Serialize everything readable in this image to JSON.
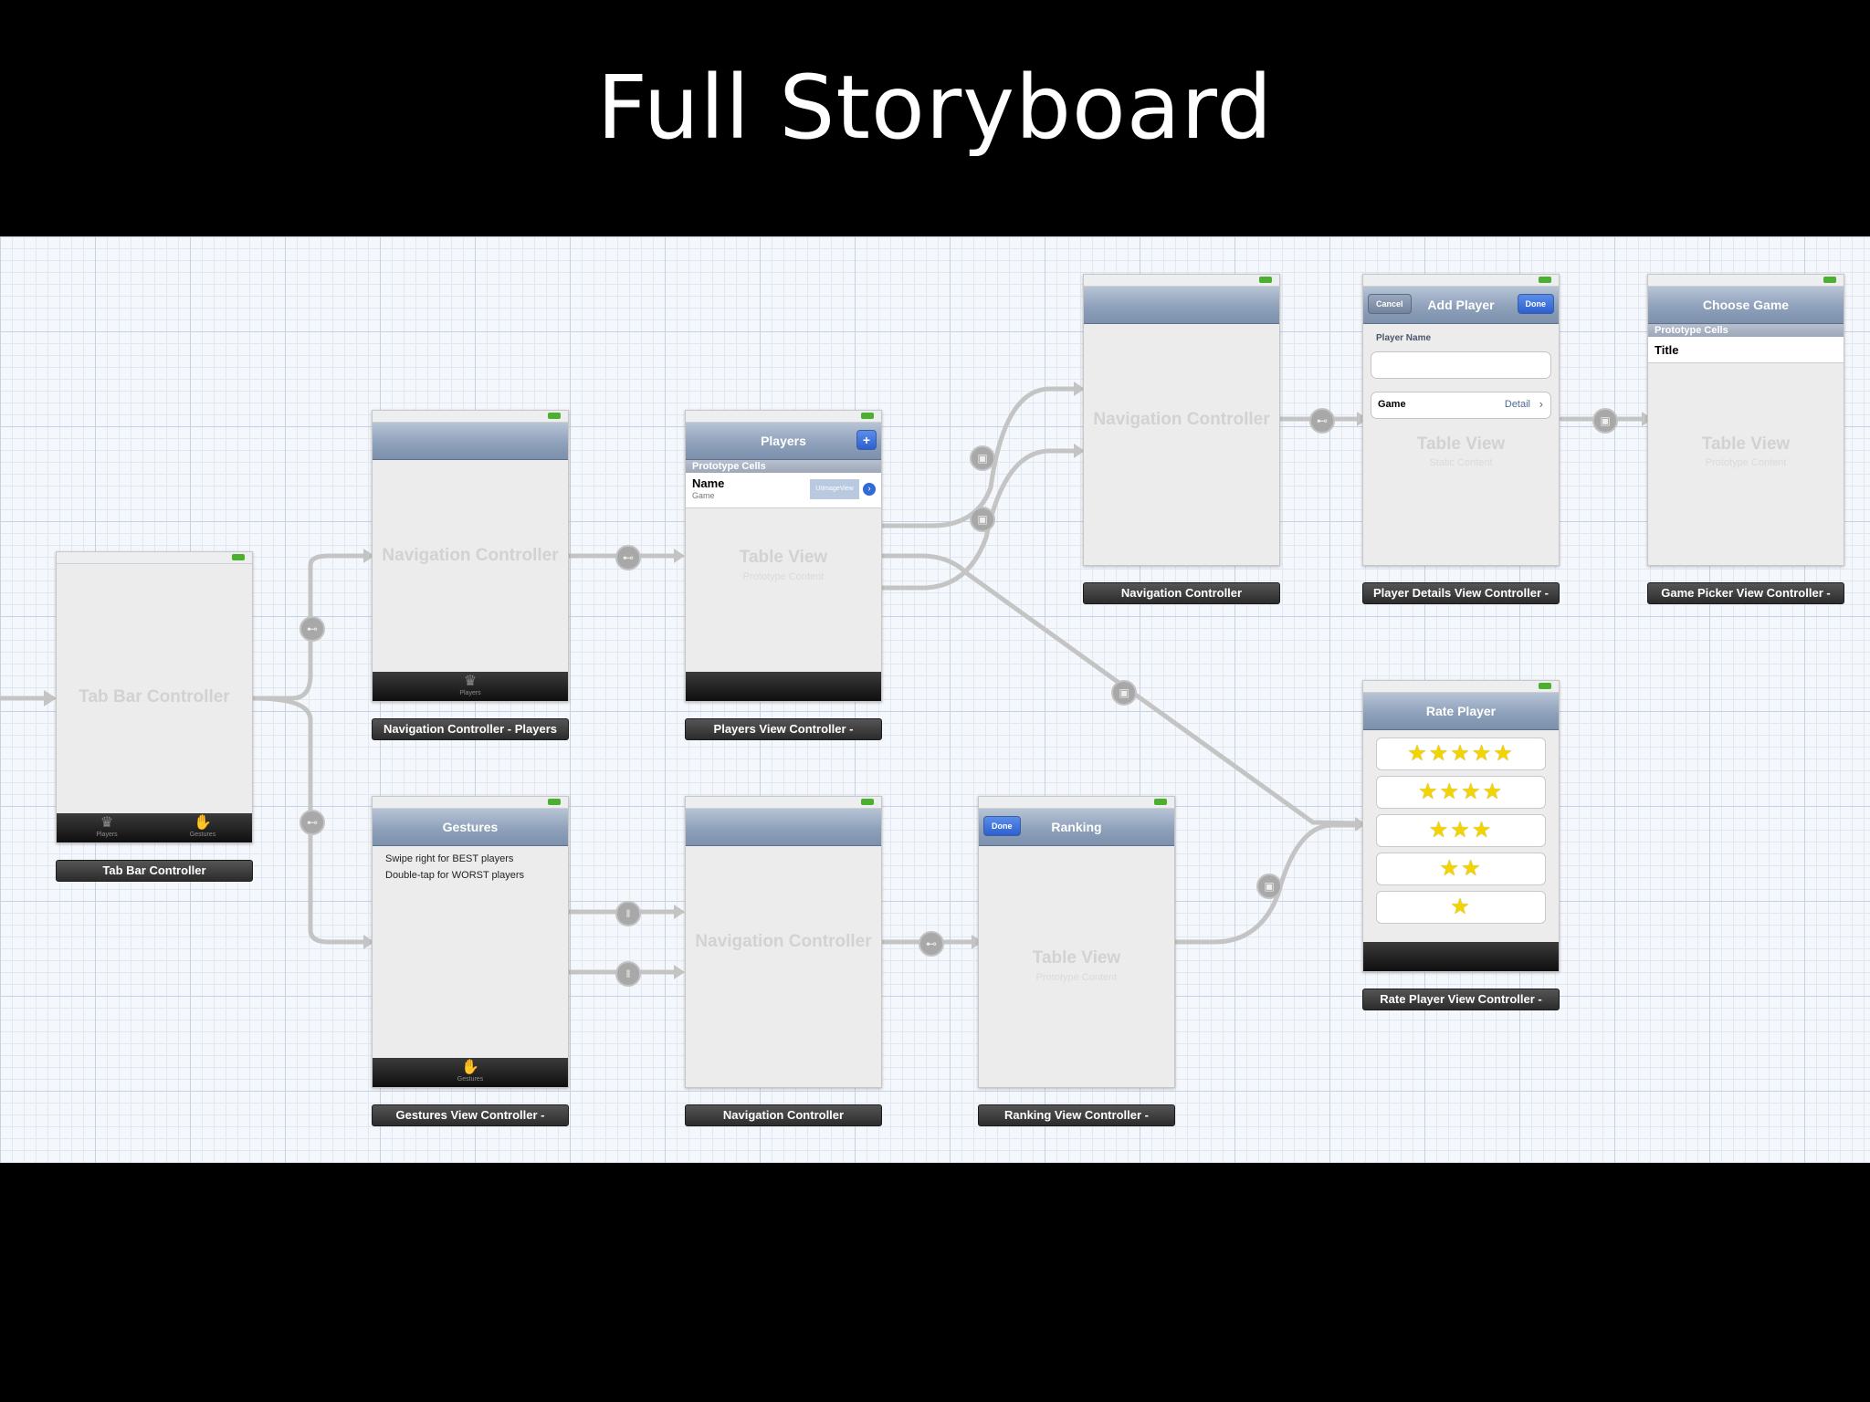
{
  "title": "Full Storyboard",
  "scenes": {
    "tab_bar": {
      "watermark": "Tab Bar Controller",
      "tab1": "Players",
      "tab2": "Gestures",
      "label": "Tab Bar Controller"
    },
    "nav_players": {
      "watermark": "Navigation Controller",
      "tab": "Players",
      "label": "Navigation Controller - Players"
    },
    "players": {
      "nav_title": "Players",
      "add_button": "+",
      "section": "Prototype Cells",
      "cell_title": "Name",
      "cell_subtitle": "Game",
      "cell_image": "UIImageView",
      "watermark": "Table View",
      "watermark_sub": "Prototype Content",
      "label": "Players View Controller -"
    },
    "nav_top": {
      "watermark": "Navigation Controller",
      "label": "Navigation Controller"
    },
    "player_details": {
      "cancel": "Cancel",
      "nav_title": "Add Player",
      "done": "Done",
      "field_label": "Player Name",
      "game_label": "Game",
      "game_detail": "Detail",
      "watermark": "Table View",
      "watermark_sub": "Static Content",
      "label": "Player Details View Controller -"
    },
    "game_picker": {
      "nav_title": "Choose Game",
      "section": "Prototype Cells",
      "cell_title": "Title",
      "watermark": "Table View",
      "watermark_sub": "Prototype Content",
      "label": "Game Picker View Controller -"
    },
    "gestures": {
      "nav_title": "Gestures",
      "line1": "Swipe right for BEST players",
      "line2": "Double-tap for WORST players",
      "tab": "Gestures",
      "label": "Gestures View Controller -"
    },
    "nav_bottom": {
      "watermark": "Navigation Controller",
      "label": "Navigation Controller"
    },
    "ranking": {
      "done": "Done",
      "nav_title": "Ranking",
      "watermark": "Table View",
      "watermark_sub": "Prototype Content",
      "label": "Ranking View Controller -"
    },
    "rate_player": {
      "nav_title": "Rate Player",
      "ratings": [
        "★★★★★",
        "★★★★",
        "★★★",
        "★★",
        "★"
      ],
      "label": "Rate Player View Controller -"
    }
  },
  "colors": {
    "background": "#000000",
    "canvas": "#f4f7fc",
    "navbar": "#8fa1bb",
    "segue": "#c4c4c4",
    "star": "#f3d400"
  }
}
